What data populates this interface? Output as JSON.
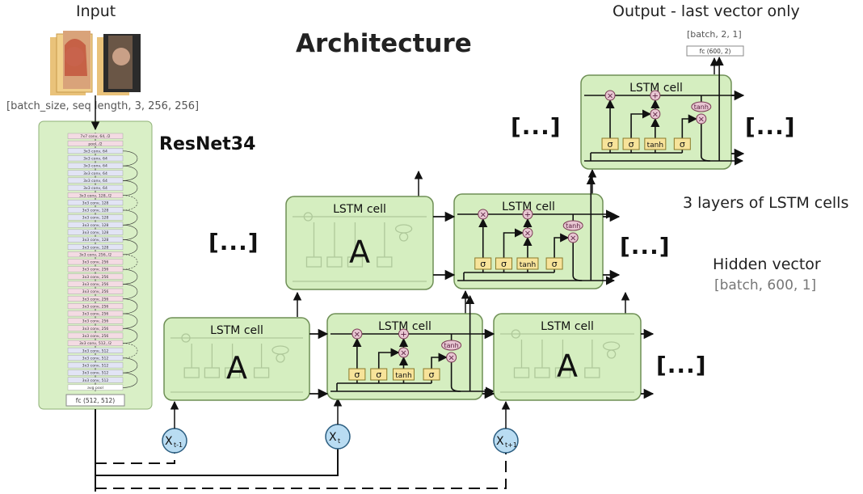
{
  "title": "Architecture",
  "input": {
    "label": "Input",
    "shape": "[batch_size, seq   length, 3, 256, 256]"
  },
  "resnet": {
    "label": "ResNet34",
    "layers": [
      "7x7 conv, 64, /2",
      "pool, /2",
      "3x3 conv, 64",
      "3x3 conv, 64",
      "3x3 conv, 64",
      "3x3 conv, 64",
      "3x3 conv, 64",
      "3x3 conv, 64",
      "3x3 conv, 128, /2",
      "3x3 conv, 128",
      "3x3 conv, 128",
      "3x3 conv, 128",
      "3x3 conv, 128",
      "3x3 conv, 128",
      "3x3 conv, 128",
      "3x3 conv, 128",
      "3x3 conv, 256, /2",
      "3x3 conv, 256",
      "3x3 conv, 256",
      "3x3 conv, 256",
      "3x3 conv, 256",
      "3x3 conv, 256",
      "3x3 conv, 256",
      "3x3 conv, 256",
      "3x3 conv, 256",
      "3x3 conv, 256",
      "3x3 conv, 256",
      "3x3 conv, 256",
      "3x3 conv, 512, /2",
      "3x3 conv, 512",
      "3x3 conv, 512",
      "3x3 conv, 512",
      "3x3 conv, 512",
      "3x3 conv, 512",
      "avg pool"
    ],
    "fc": "fc (512, 512)"
  },
  "output": {
    "label": "Output -  last vector only",
    "shape": "[batch, 2, 1]",
    "fc": "fc (600, 2)"
  },
  "lstm": {
    "cell_label": "LSTM cell",
    "cell_letter": "A",
    "sigma": "σ",
    "tanh": "tanh",
    "times": "×",
    "plus": "+",
    "layers_note": "3 layers of LSTM cells",
    "hidden_label": "Hidden vector",
    "hidden_shape": "[batch, 600, 1]",
    "ellipsis": "[...]"
  },
  "inputs": {
    "xt_minus": {
      "main": "X",
      "sub": "t-1"
    },
    "xt": {
      "main": "X",
      "sub": "t"
    },
    "xt_plus": {
      "main": "X",
      "sub": "t+1"
    }
  },
  "colors": {
    "cell_fill": "#d5eec0",
    "cell_stroke": "#6e8f55",
    "gate_fill": "#f7e39a",
    "op_fill": "#e8c6d2",
    "x_node_fill": "#b9dcf2",
    "resnet_fill": "#d9efc6",
    "layer_pink": "#f4dbe3",
    "layer_blue": "#e2e4f5"
  }
}
